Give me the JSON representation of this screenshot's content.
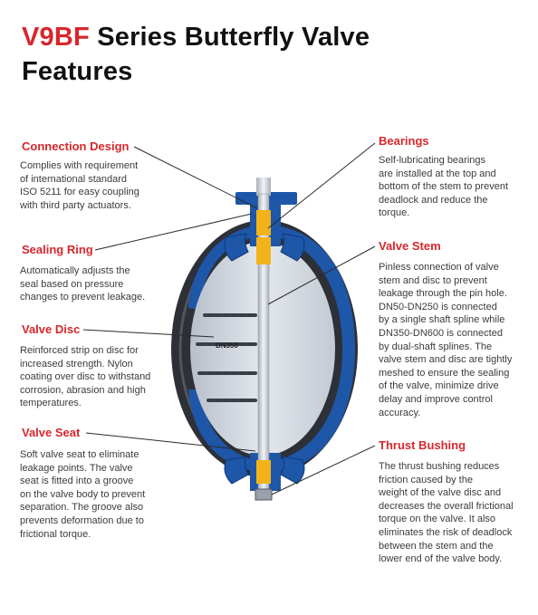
{
  "header": {
    "title_brand": "V9BF",
    "title_rest_line1": " Series Butterfly Valve",
    "title_line2": "Features"
  },
  "features": {
    "connection_design": {
      "title": "Connection Design",
      "lines": [
        "Complies with requirement",
        "of international standard",
        "ISO 5211 for easy coupling",
        "with third party actuators."
      ]
    },
    "sealing_ring": {
      "title": "Sealing Ring",
      "lines": [
        "Automatically adjusts the",
        "seal based on pressure",
        "changes to prevent leakage."
      ]
    },
    "valve_disc": {
      "title": "Valve Disc",
      "lines": [
        "Reinforced strip on disc for",
        "increased strength. Nylon",
        "coating over disc to withstand",
        "corrosion, abrasion and high",
        "temperatures."
      ]
    },
    "valve_seat": {
      "title": "Valve Seat",
      "lines": [
        "Soft valve seat to eliminate",
        "leakage points. The valve",
        "seat is fitted into a groove",
        "on the valve body to prevent",
        "separation. The groove also",
        "prevents deformation due to",
        "frictional torque."
      ]
    },
    "bearings": {
      "title": "Bearings",
      "lines": [
        "Self-lubricating bearings",
        "are installed at the top and",
        "bottom of the stem to prevent",
        "deadlock and reduce the",
        "torque."
      ]
    },
    "valve_stem": {
      "title": "Valve Stem",
      "lines": [
        "Pinless connection of valve",
        "stem and disc to prevent",
        "leakage through the pin hole.",
        "DN50-DN250 is connected",
        "by a single shaft spline while",
        "DN350-DN600 is connected",
        "by dual-shaft splines. The",
        "valve stem and disc are tightly",
        "meshed to ensure the sealing",
        "of the valve, minimize drive",
        "delay and improve control",
        "accuracy."
      ]
    },
    "thrust_bushing": {
      "title": "Thrust Bushing",
      "lines": [
        "The thrust bushing reduces",
        "friction caused by the",
        "weight of the valve disc and",
        "decreases the overall frictional",
        "torque on the valve. It also",
        "eliminates the risk of deadlock",
        "between the stem and the",
        "lower end of the valve body."
      ]
    }
  },
  "diagram": {
    "disc_marking": "DN350"
  },
  "colors": {
    "accent": "#d8262c",
    "body_blue": "#1e56a8",
    "bearing_yellow": "#f2b31a",
    "seat_dark": "#2d3037"
  }
}
